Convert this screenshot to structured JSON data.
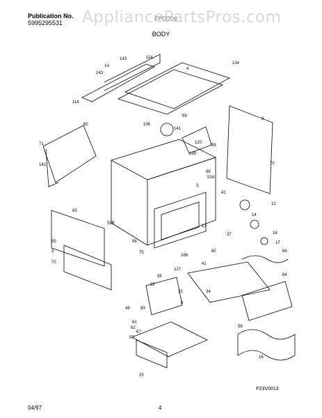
{
  "header": {
    "publication_label": "Publication No.",
    "publication_number": "5995295531",
    "model": "FPD206"
  },
  "watermark": "AppliancePartsPros.com",
  "section_title": "BODY",
  "diagram_code": "P23V0013",
  "footer": {
    "date": "04/97",
    "page": "4"
  },
  "part_labels": [
    "143",
    "114",
    "1A",
    "134",
    "4",
    "143",
    "114",
    "59",
    "106",
    "141",
    "3",
    "60",
    "71",
    "120",
    "139",
    "58",
    "68",
    "70",
    "3",
    "53A",
    "12",
    "41",
    "142",
    "83",
    "13",
    "59B",
    "14",
    "16",
    "17",
    "66",
    "55",
    "3",
    "70",
    "56",
    "75",
    "127",
    "166",
    "60",
    "64",
    "39",
    "82",
    "83",
    "23",
    "41",
    "48",
    "34",
    "58",
    "16",
    "6",
    "62",
    "57",
    "61",
    "67",
    "25",
    "37"
  ]
}
